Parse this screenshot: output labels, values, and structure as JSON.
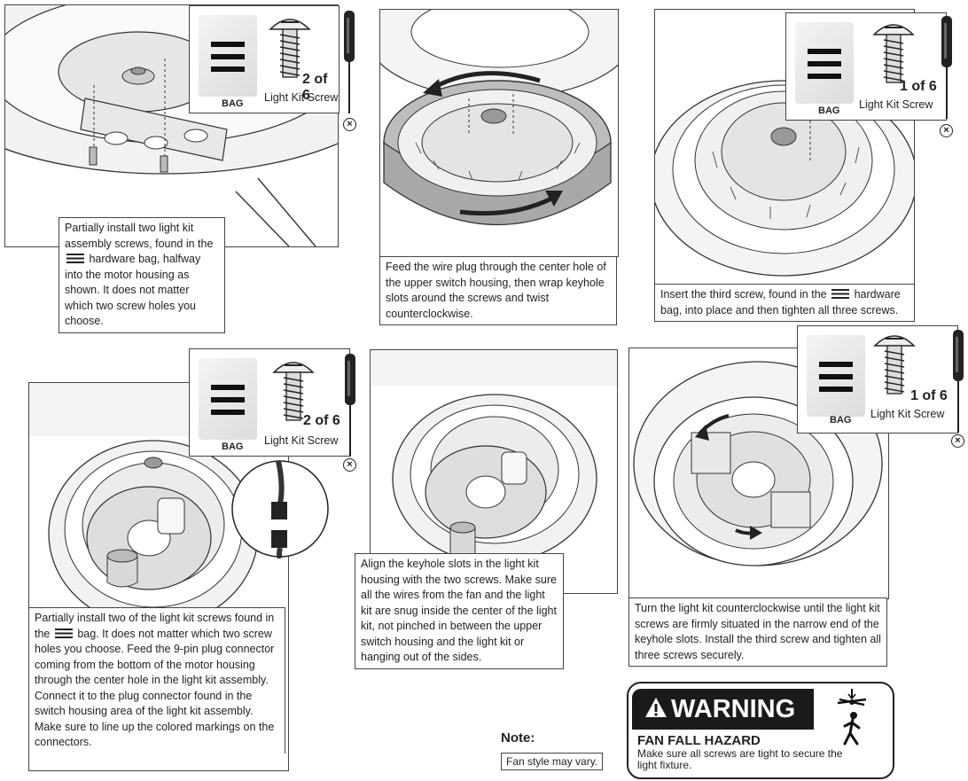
{
  "steps": [
    {
      "caption_pre": "Partially install two light kit assembly screws, found in the",
      "caption_post": "hardware bag, halfway into the motor housing as shown. It does not matter which two screw holes you choose.",
      "badge": {
        "bag": "BAG",
        "count": "2 of 6",
        "label": "Light Kit Screw"
      }
    },
    {
      "caption": "Feed the wire plug through the center hole of the upper switch housing, then wrap keyhole slots around the screws and twist counterclockwise."
    },
    {
      "caption_pre": "Insert the third screw, found in the",
      "caption_post": "hardware bag, into place and then tighten all three screws.",
      "badge": {
        "bag": "BAG",
        "count": "1 of 6",
        "label": "Light Kit Screw"
      }
    },
    {
      "caption_pre": "Partially install two of the light kit screws found in the",
      "caption_post": "bag. It does not matter which two screw holes you choose. Feed the 9-pin plug connector coming from the bottom of the motor housing through the center hole in the light kit assembly. Connect it to the plug connector found in the switch housing area of the light kit assembly. Make sure to line up the colored markings on the connectors.",
      "badge": {
        "bag": "BAG",
        "count": "2 of 6",
        "label": "Light Kit Screw"
      }
    },
    {
      "caption": "Align the keyhole slots in the light kit housing with the two screws. Make sure all the wires from the fan and the light kit are snug inside the center of the light kit, not pinched in between the upper switch housing and the light kit or hanging out of the sides."
    },
    {
      "caption": "Turn the light kit counterclockwise until the light kit screws are firmly situated in the narrow end of the keyhole slots. Install the third screw and tighten all three screws securely.",
      "badge": {
        "bag": "BAG",
        "count": "1 of 6",
        "label": "Light Kit Screw"
      }
    }
  ],
  "note": {
    "label": "Note:",
    "text": "Fan style may vary."
  },
  "warning": {
    "heading": "WARNING",
    "title": "FAN FALL HAZARD",
    "body": "Make sure all screws are tight to secure the light fixture."
  },
  "icons": [
    "hardware-bag-icon",
    "screw-icon",
    "screwdriver-icon",
    "no-power-drill-icon",
    "warning-triangle-icon",
    "falling-fan-icon",
    "connector-icon"
  ]
}
